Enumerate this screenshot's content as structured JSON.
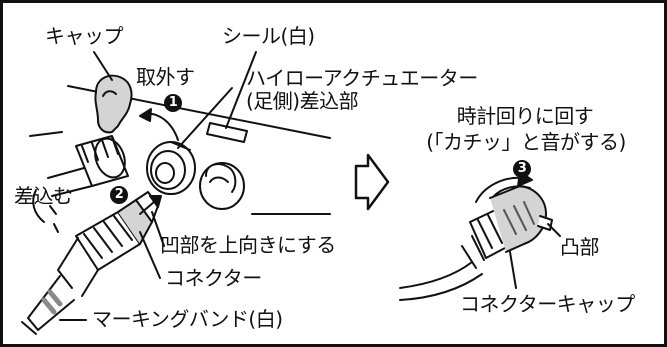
{
  "labels": {
    "cap": "キャップ",
    "seal": "シール(白)",
    "remove": "取外す",
    "hilo_line1": "ハイローアクチュエーター",
    "hilo_line2": "(足側)差込部",
    "insert": "差込む",
    "notch": "凹部を上向きにする",
    "connector": "コネクター",
    "marking_band": "マーキングバンド(白)",
    "turn_line1": "時計回りに回す",
    "turn_line2": "(「カチッ」と音がする)",
    "convex": "凸部",
    "connector_cap": "コネクターキャップ"
  },
  "steps": {
    "step1": "1",
    "step2": "2",
    "step3": "3"
  },
  "colors": {
    "line": "#111111",
    "part_fill": "#ffffff",
    "part_gray": "#d4d4d4",
    "dark_gray": "#8a8a8a",
    "marker": "#111111"
  }
}
